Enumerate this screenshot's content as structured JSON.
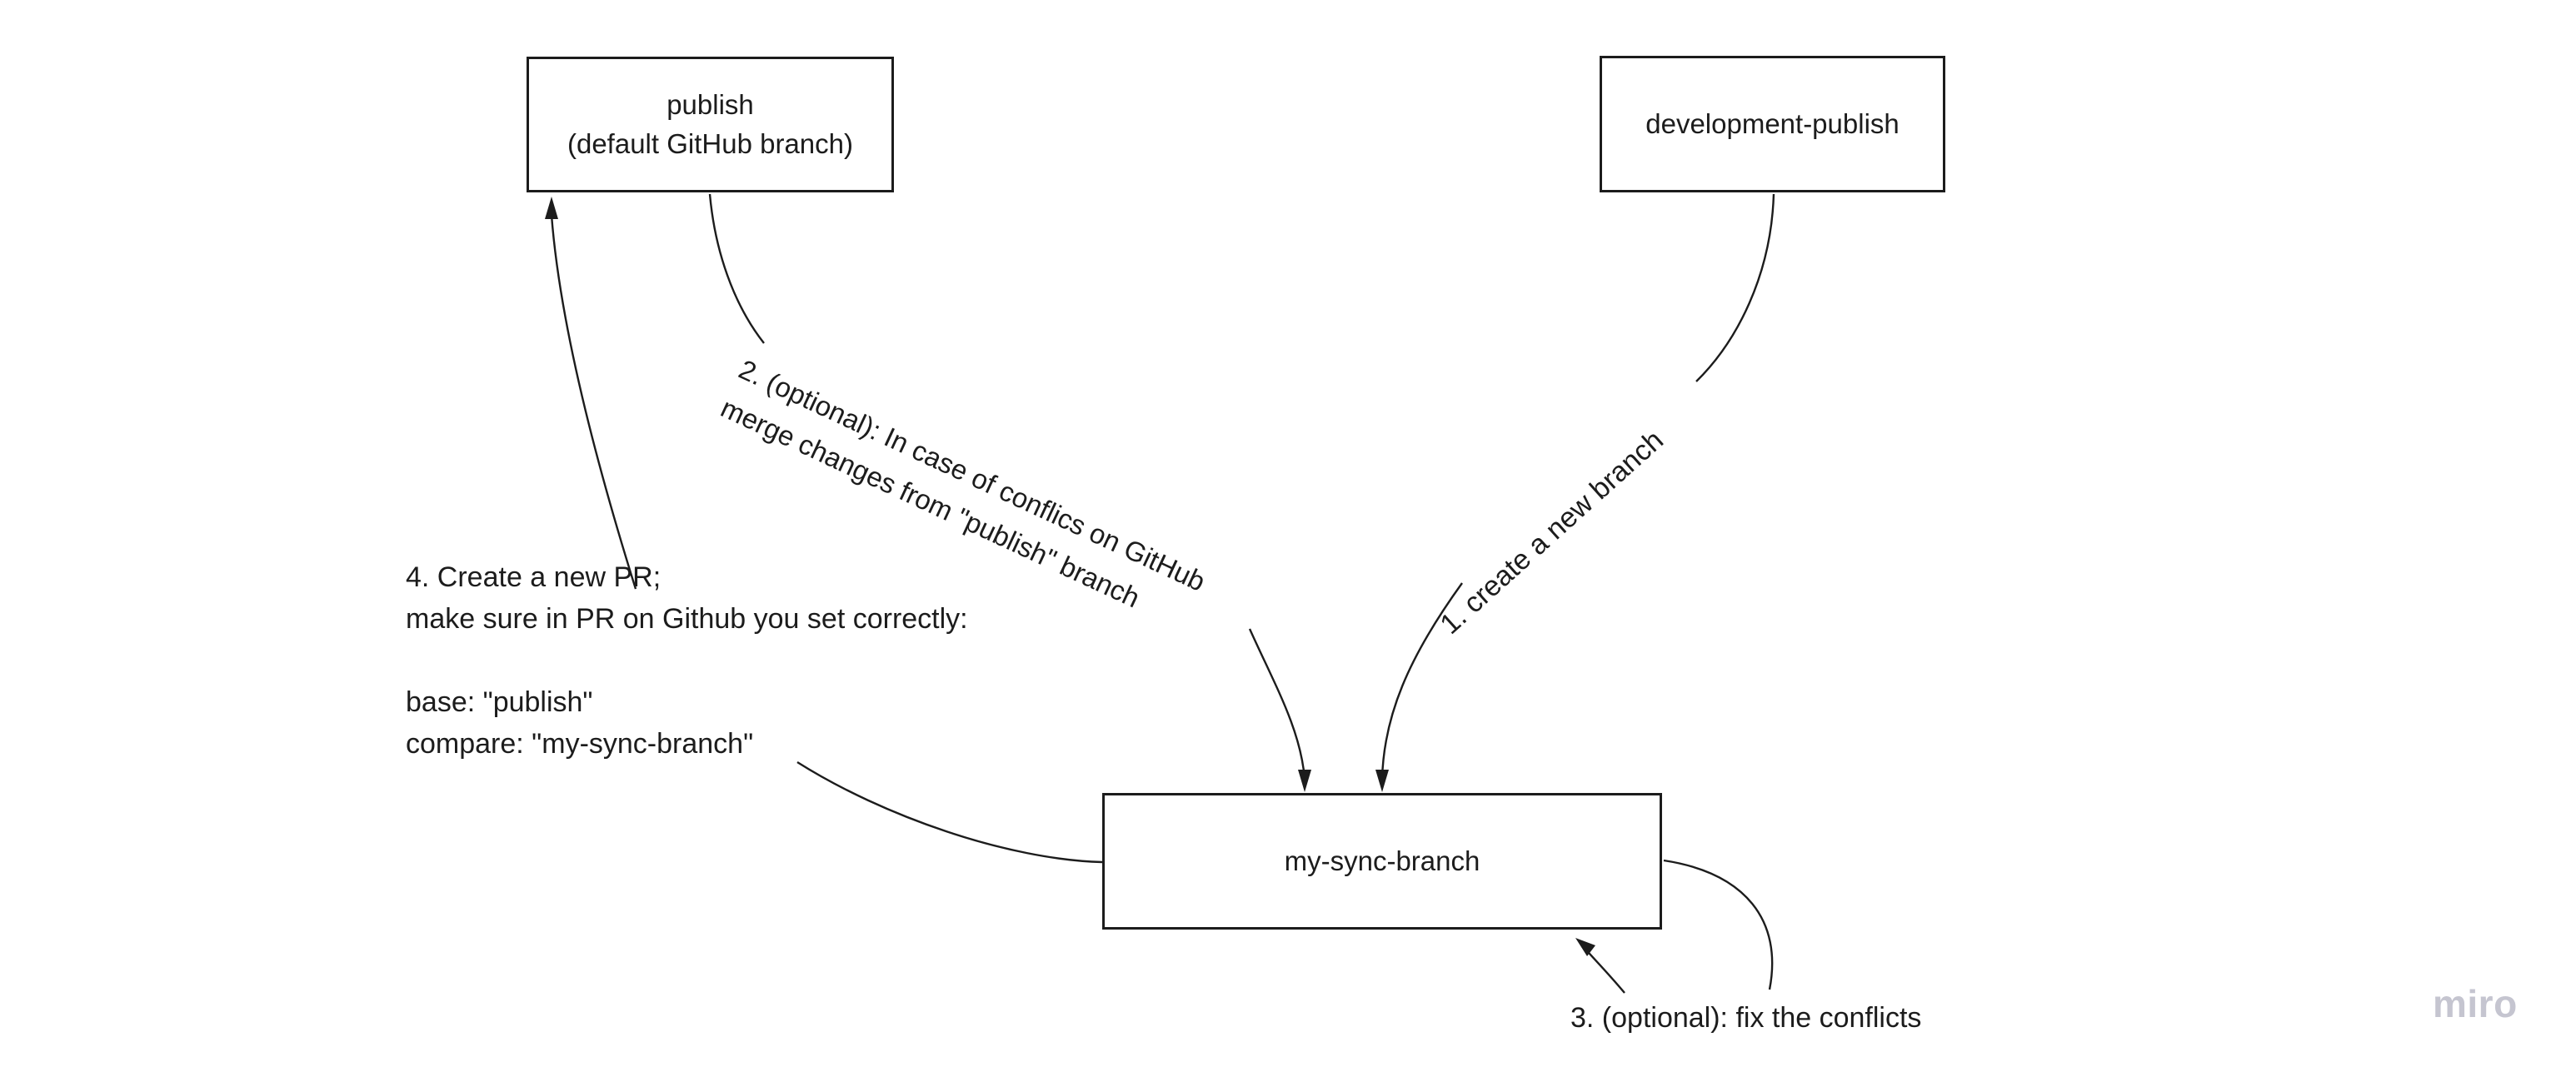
{
  "canvas": {
    "background": "#ffffff",
    "stroke_color": "#1c1c1c",
    "text_color": "#1c1c1c"
  },
  "nodes": {
    "publish": {
      "label": "publish\n(default GitHub branch)"
    },
    "development_publish": {
      "label": "development-publish"
    },
    "my_sync_branch": {
      "label": "my-sync-branch"
    }
  },
  "edge_labels": {
    "step1": "1. create a new branch",
    "step2": "2. (optional): In case of conflics on GitHub\nmerge changes from \"publish\" branch",
    "step3": "3. (optional): fix the conflicts",
    "step4": "4. Create a new PR;\nmake sure in PR on Github you set correctly:\n\nbase: \"publish\"\ncompare: \"my-sync-branch\""
  },
  "watermark": {
    "text": "miro",
    "color": "#c5c5d0"
  }
}
